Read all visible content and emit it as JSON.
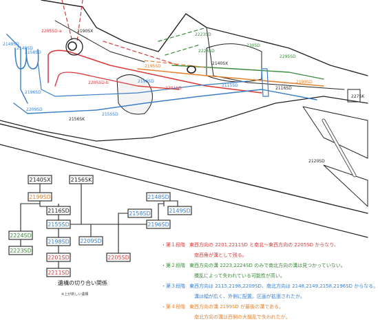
{
  "colors": {
    "red": "#d83a3a",
    "green": "#3a8a3a",
    "blue": "#3a7ec8",
    "orange": "#e2822e",
    "black": "#222222"
  },
  "map_labels": {
    "l2205sd_a": "2205SD-a",
    "l2190sx": "2190SX",
    "l2149sd": "2149SD",
    "l2148sd": "2148SD",
    "l2158sd": "2158SD",
    "l2196sd": "2196SD",
    "l2209sd": "2209SD",
    "l2156sk": "2156SK",
    "l2155sd": "2155SD",
    "l2205sd_b": "2205SD-b",
    "l2198sd": "2198SD",
    "l2195sd": "2195SD",
    "l2201sd": "2201SD",
    "l2223sd": "2223SD",
    "l2224sd": "2224SD",
    "l2140sx": "2140SX",
    "l2305d": "2305D",
    "l2295sd": "2295SD",
    "l2115sd": "2115SD",
    "l2116sd": "2116SD",
    "l2199sd": "2199SD",
    "l2275k": "2275K",
    "l2120sd": "2120SD"
  },
  "chart_boxes": {
    "b2140sx": "2140SX",
    "b2199sd": "2199SD",
    "b2116sd": "2116SD",
    "b2155sd": "2155SD",
    "b2198sd": "2198SD",
    "b2201sd": "2201SD",
    "b2211sd": "2211SD",
    "b2224sd": "2224SD",
    "b2223sd": "2223SD",
    "b2156sk": "2156SK",
    "b2209sd": "2209SD",
    "b2205sd": "2205SD",
    "b2158sd": "2158SD",
    "b2148sd": "2148SD",
    "b2149sd": "2149SD",
    "b2196sd": "2196SD"
  },
  "notes": [
    {
      "num": "・第１段階",
      "text": "東西方向の 2201,2211SD と南北～東西方向の 2205SD からなり、",
      "color": "#d83a3a"
    },
    {
      "num": "",
      "text": "南西角が溝として残る。",
      "color": "#d83a3a"
    },
    {
      "num": "・第２段階",
      "text": "東西方向の溝 2223,2224SD のみで南北方向の溝は見つかっていない。",
      "color": "#3a8a3a"
    },
    {
      "num": "",
      "text": "攪乱によって失われている可能性が高い。",
      "color": "#3a8a3a"
    },
    {
      "num": "・第３段階",
      "text": "東西方向は 2115,2198,2209SD、南北方向は 2148,2149,2158,2196SD からなる。",
      "color": "#3a7ec8"
    },
    {
      "num": "",
      "text": "溝は幅が広く、外側に配置。区画が拡張されたか。",
      "color": "#3a7ec8"
    },
    {
      "num": "・第４段階",
      "text": "東西方向の溝 2199SD が最後の溝である。",
      "color": "#e2822e"
    },
    {
      "num": "",
      "text": "南北方向の溝は西側の大撹乱で失われたか。",
      "color": "#e2822e"
    }
  ],
  "caption": "遺構の切り合い関係",
  "subcaption": "※上が新しい遺構"
}
